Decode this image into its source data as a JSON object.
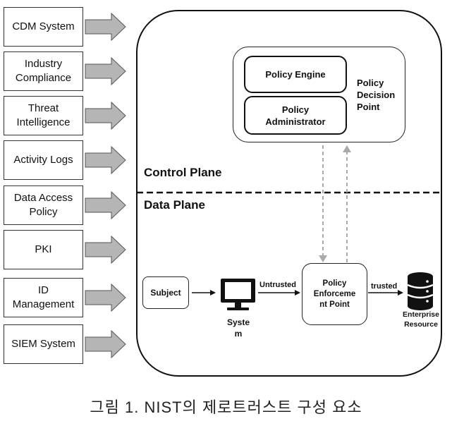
{
  "sources": [
    {
      "id": "cdm",
      "label": "CDM System"
    },
    {
      "id": "industry",
      "label": "Industry\nCompliance"
    },
    {
      "id": "threat",
      "label": "Threat\nIntelligence"
    },
    {
      "id": "activity",
      "label": "Activity Logs"
    },
    {
      "id": "dap",
      "label": "Data Access\nPolicy"
    },
    {
      "id": "pki",
      "label": "PKI"
    },
    {
      "id": "id",
      "label": "ID\nManagement"
    },
    {
      "id": "siem",
      "label": "SIEM System"
    }
  ],
  "pdp": {
    "label": "Policy\nDecision\nPoint",
    "engine": "Policy Engine",
    "administrator": "Policy\nAdministrator"
  },
  "planes": {
    "control": "Control Plane",
    "data": "Data Plane"
  },
  "flow": {
    "subject": "Subject",
    "system": "Syste\nm",
    "untrusted": "Untrusted",
    "pep": "Policy\nEnforceme\nnt Point",
    "trusted": "trusted",
    "resource": "Enterprise\nResource"
  },
  "caption": "그림 1. NIST의 제로트러스트 구성 요소",
  "colors": {
    "arrow_fill": "#b5b5b5",
    "dashed_link": "#aaaaaa",
    "border": "#111111"
  }
}
